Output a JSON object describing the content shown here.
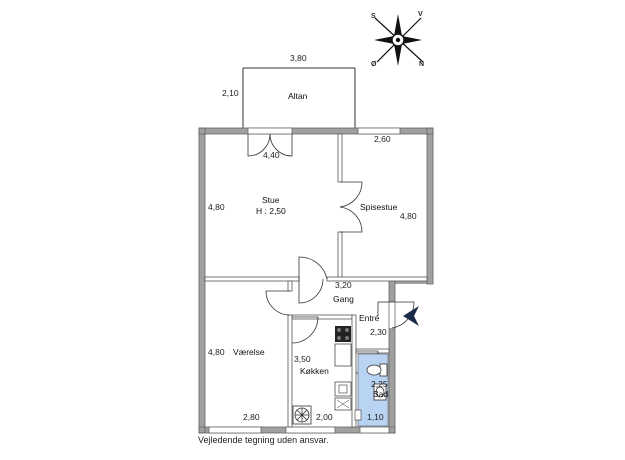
{
  "compass": {
    "s": "S",
    "v": "V",
    "o": "Ø",
    "n": "N"
  },
  "rooms": {
    "altan": "Altan",
    "stue": "Stue",
    "stue_height": "H : 2,50",
    "spisestue": "Spisestue",
    "gang": "Gang",
    "entre": "Entré",
    "vaerelse": "Værelse",
    "koekken": "Køkken",
    "bad": "Bad"
  },
  "dimensions": {
    "altan_width": "3,80",
    "altan_depth": "2,10",
    "stue_width": "4,40",
    "stue_depth": "4,80",
    "spisestue_width": "2,60",
    "spisestue_depth": "4,80",
    "gang_width": "3,20",
    "entre_width": "2,30",
    "vaerelse_depth": "4,80",
    "vaerelse_width": "2,80",
    "koekken_depth": "3,50",
    "koekken_width": "2,00",
    "bad_depth": "2,25",
    "bad_width": "1,10"
  },
  "footer": {
    "disclaimer": "Vejledende tegning uden ansvar."
  },
  "colors": {
    "wall": "#a0a0a0",
    "bath": "#b9d3f3",
    "arrow": "#1c2a4a",
    "line": "#333333"
  }
}
